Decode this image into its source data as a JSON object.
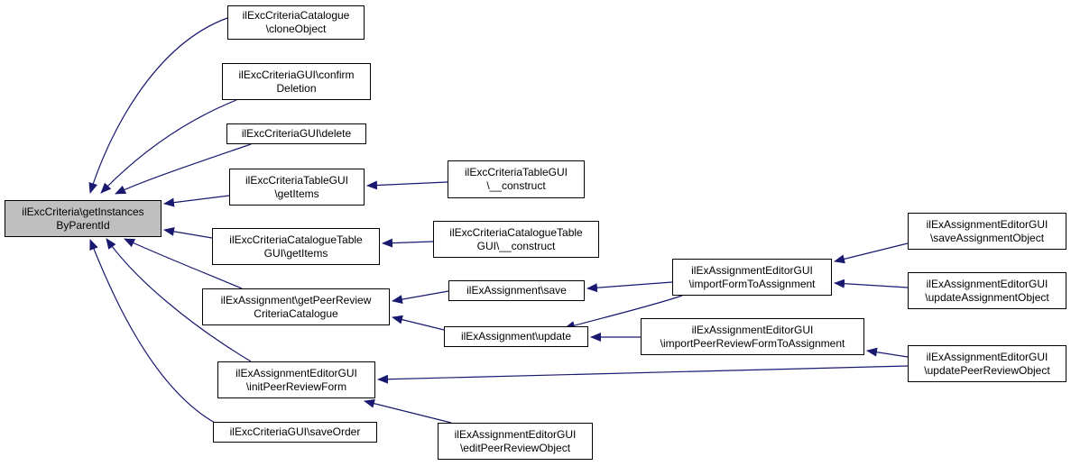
{
  "graph": {
    "colors": {
      "edge": "#191970",
      "root_fill": "#bfbfbf",
      "node_fill": "#ffffff",
      "border": "#000000"
    },
    "nodes": {
      "root": {
        "lines": [
          "ilExcCriteria\\getInstances",
          "ByParentId"
        ]
      },
      "cloneObject": {
        "lines": [
          "ilExcCriteriaCatalogue",
          "\\cloneObject"
        ]
      },
      "confirmDel": {
        "lines": [
          "ilExcCriteriaGUI\\confirm",
          "Deletion"
        ]
      },
      "delete": {
        "lines": [
          "ilExcCriteriaGUI\\delete"
        ]
      },
      "tableGetItems": {
        "lines": [
          "ilExcCriteriaTableGUI",
          "\\getItems"
        ]
      },
      "tableConstruct": {
        "lines": [
          "ilExcCriteriaTableGUI",
          "\\__construct"
        ]
      },
      "catTableGetItems": {
        "lines": [
          "ilExcCriteriaCatalogueTable",
          "GUI\\getItems"
        ]
      },
      "catTableConstruct": {
        "lines": [
          "ilExcCriteriaCatalogueTable",
          "GUI\\__construct"
        ]
      },
      "getPeerReview": {
        "lines": [
          "ilExAssignment\\getPeerReview",
          "CriteriaCatalogue"
        ]
      },
      "save": {
        "lines": [
          "ilExAssignment\\save"
        ]
      },
      "update": {
        "lines": [
          "ilExAssignment\\update"
        ]
      },
      "importForm": {
        "lines": [
          "ilExAssignmentEditorGUI",
          "\\importFormToAssignment"
        ]
      },
      "saveAssign": {
        "lines": [
          "ilExAssignmentEditorGUI",
          "\\saveAssignmentObject"
        ]
      },
      "updateAssign": {
        "lines": [
          "ilExAssignmentEditorGUI",
          "\\updateAssignmentObject"
        ]
      },
      "importPeer": {
        "lines": [
          "ilExAssignmentEditorGUI",
          "\\importPeerReviewFormToAssignment"
        ]
      },
      "updatePeer": {
        "lines": [
          "ilExAssignmentEditorGUI",
          "\\updatePeerReviewObject"
        ]
      },
      "initPeer": {
        "lines": [
          "ilExAssignmentEditorGUI",
          "\\initPeerReviewForm"
        ]
      },
      "editPeer": {
        "lines": [
          "ilExAssignmentEditorGUI",
          "\\editPeerReviewObject"
        ]
      },
      "saveOrder": {
        "lines": [
          "ilExcCriteriaGUI\\saveOrder"
        ]
      }
    }
  }
}
